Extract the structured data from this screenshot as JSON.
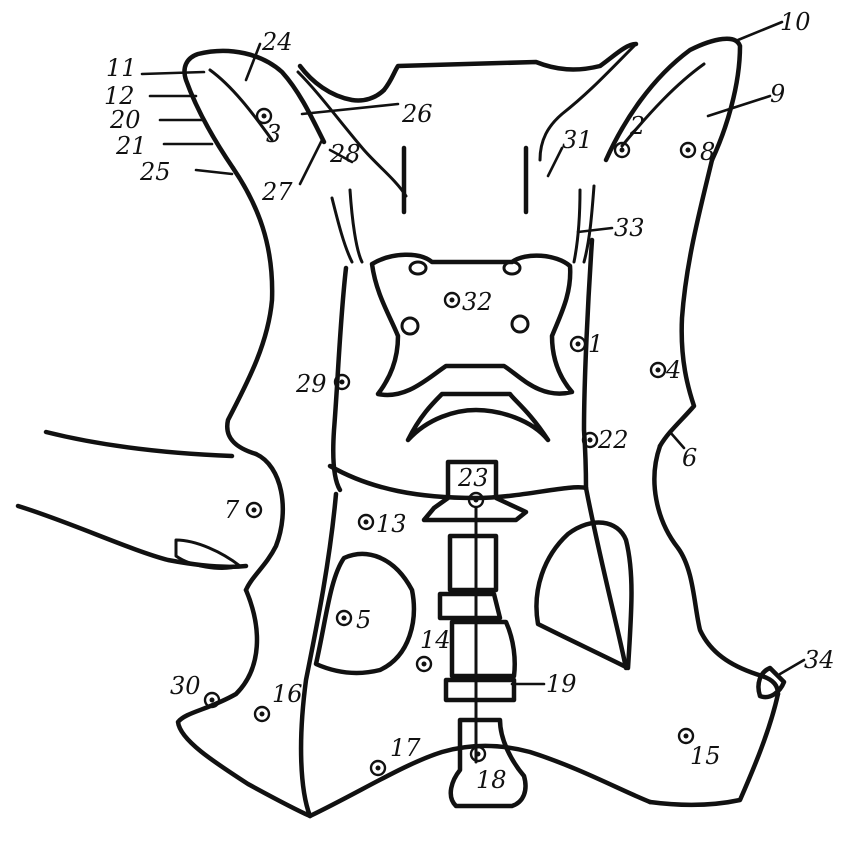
{
  "diagram": {
    "points": [
      {
        "id": "1",
        "label": "1"
      },
      {
        "id": "2",
        "label": "2"
      },
      {
        "id": "3",
        "label": "3"
      },
      {
        "id": "4",
        "label": "4"
      },
      {
        "id": "5",
        "label": "5"
      },
      {
        "id": "7",
        "label": "7"
      },
      {
        "id": "8",
        "label": "8"
      },
      {
        "id": "13",
        "label": "13"
      },
      {
        "id": "14",
        "label": "14"
      },
      {
        "id": "15",
        "label": "15"
      },
      {
        "id": "16",
        "label": "16"
      },
      {
        "id": "17",
        "label": "17"
      },
      {
        "id": "18",
        "label": "18"
      },
      {
        "id": "22",
        "label": "22"
      },
      {
        "id": "23",
        "label": "23"
      },
      {
        "id": "29",
        "label": "29"
      },
      {
        "id": "30",
        "label": "30"
      },
      {
        "id": "32",
        "label": "32"
      }
    ],
    "pointers": [
      {
        "id": "6",
        "label": "6"
      },
      {
        "id": "9",
        "label": "9"
      },
      {
        "id": "10",
        "label": "10"
      },
      {
        "id": "11",
        "label": "11"
      },
      {
        "id": "12",
        "label": "12"
      },
      {
        "id": "19",
        "label": "19"
      },
      {
        "id": "20",
        "label": "20"
      },
      {
        "id": "21",
        "label": "21"
      },
      {
        "id": "24",
        "label": "24"
      },
      {
        "id": "25",
        "label": "25"
      },
      {
        "id": "26",
        "label": "26"
      },
      {
        "id": "27",
        "label": "27"
      },
      {
        "id": "28",
        "label": "28"
      },
      {
        "id": "31",
        "label": "31"
      },
      {
        "id": "33",
        "label": "33"
      },
      {
        "id": "34",
        "label": "34"
      }
    ]
  }
}
